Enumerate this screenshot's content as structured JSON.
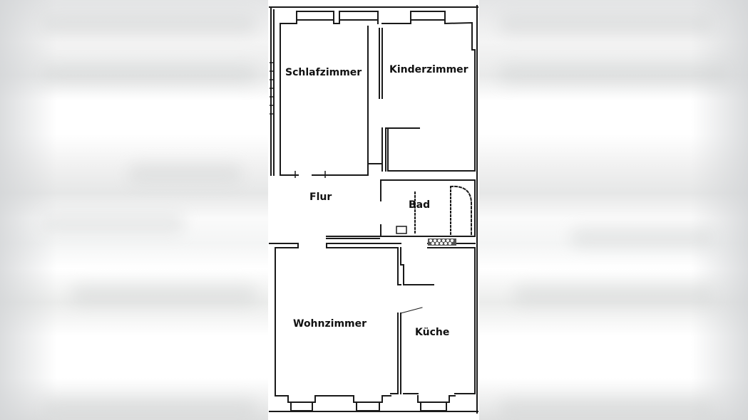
{
  "floor_plan": {
    "rooms": [
      {
        "id": "schlafzimmer",
        "label": "Schlafzimmer"
      },
      {
        "id": "kinderzimmer",
        "label": "Kinderzimmer"
      },
      {
        "id": "flur",
        "label": "Flur"
      },
      {
        "id": "bad",
        "label": "Bad"
      },
      {
        "id": "wohnzimmer",
        "label": "Wohnzimmer"
      },
      {
        "id": "kueche",
        "label": "Küche"
      }
    ],
    "colors": {
      "wall": "#1a1a1a",
      "paper": "#ffffff",
      "background_blur": "#e9eaea"
    }
  }
}
